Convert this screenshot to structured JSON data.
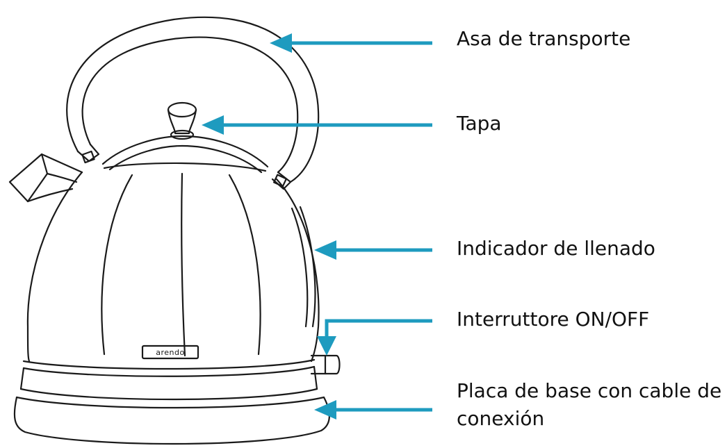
{
  "diagram": {
    "brand": "arendo",
    "accent_color": "#1e9bbf",
    "line_color": "#1a1a1a",
    "labels": {
      "handle": "Asa de transporte",
      "lid": "Tapa",
      "fill_indicator": "Indicador de llenado",
      "switch": "Interruttore ON/OFF",
      "base_line1": "Placa de base con cable de",
      "base_line2": "conexión"
    }
  }
}
